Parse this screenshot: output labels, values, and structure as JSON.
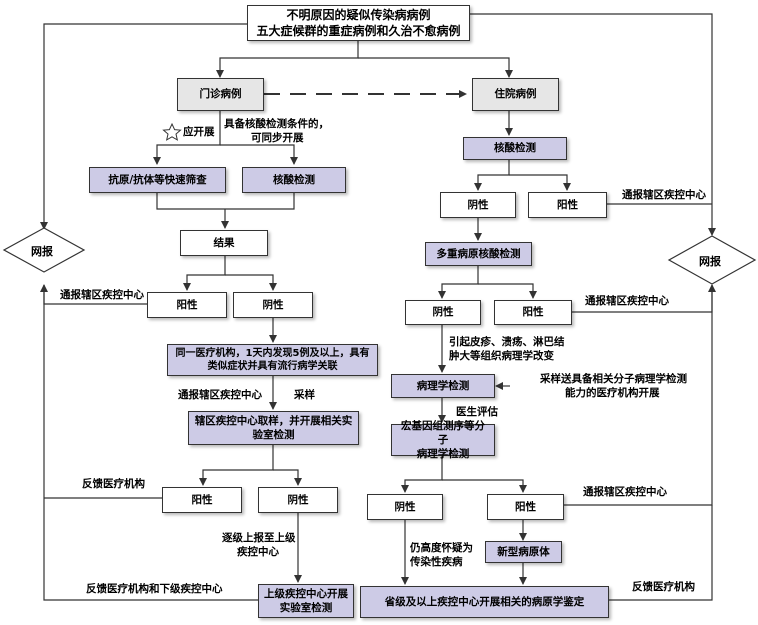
{
  "top": {
    "line1": "不明原因的疑似传染病病例",
    "line2": "五大症候群的重症病例和久治不愈病例"
  },
  "outpatient": "门诊病例",
  "inpatient": "住院病例",
  "left": {
    "star_note": "应开展",
    "cond_note_line1": "具备核酸检测条件的，",
    "cond_note_line2": "可同步开展",
    "rapid_screen": "抗原/抗体等快速筛查",
    "nucleic": "核酸检测",
    "result": "结果",
    "positive": "阳性",
    "negative": "阴性",
    "notify_center": "通报辖区疾控中心",
    "cluster_line1": "同一医疗机构，1天内发现5例及以上，具有",
    "cluster_line2": "类似症状并具有流行病学关联",
    "notify_center2": "通报辖区疾控中心",
    "sampling": "采样",
    "district_line1": "辖区疾控中心取样，并开展相关实",
    "district_line2": "验室检测",
    "feedback": "反馈医疗机构",
    "positive2": "阳性",
    "negative2": "阴性",
    "report_up_line1": "逐级上报至上级",
    "report_up_line2": "疾控中心",
    "feedback_lower": "反馈医疗机构和下级疾控中心",
    "upper_line1": "上级疾控中心开展",
    "upper_line2": "实验室检测"
  },
  "right": {
    "nucleic": "核酸检测",
    "negative": "阴性",
    "positive": "阳性",
    "notify_center": "通报辖区疾控中心",
    "multi": "多重病原核酸检测",
    "negative2": "阴性",
    "positive2": "阳性",
    "notify_center2": "通报辖区疾控中心",
    "cause_line1": "引起皮疹、溃疡、淋巴结",
    "cause_line2": "肿大等组织病理学改变",
    "pathology": "病理学检测",
    "send_line1": "采样送具备相关分子病理学检测",
    "send_line2": "能力的医疗机构开展",
    "doctor_eval": "医生评估",
    "macro_line1": "宏基因组测序等分子",
    "macro_line2": "病理学检测",
    "negative3": "阴性",
    "positive3": "阳性",
    "notify_center3": "通报辖区疾控中心",
    "suspect_line1": "仍高度怀疑为",
    "suspect_line2": "传染性疾病",
    "new_pathogen": "新型病原体",
    "identify": "省级及以上疾控中心开展相关的病原学鉴定",
    "feedback": "反馈医疗机构"
  },
  "report_left": "网报",
  "report_right": "网报",
  "colors": {
    "purple": "#cdcbe6",
    "gray": "#e6e6e6",
    "line": "#333333"
  }
}
